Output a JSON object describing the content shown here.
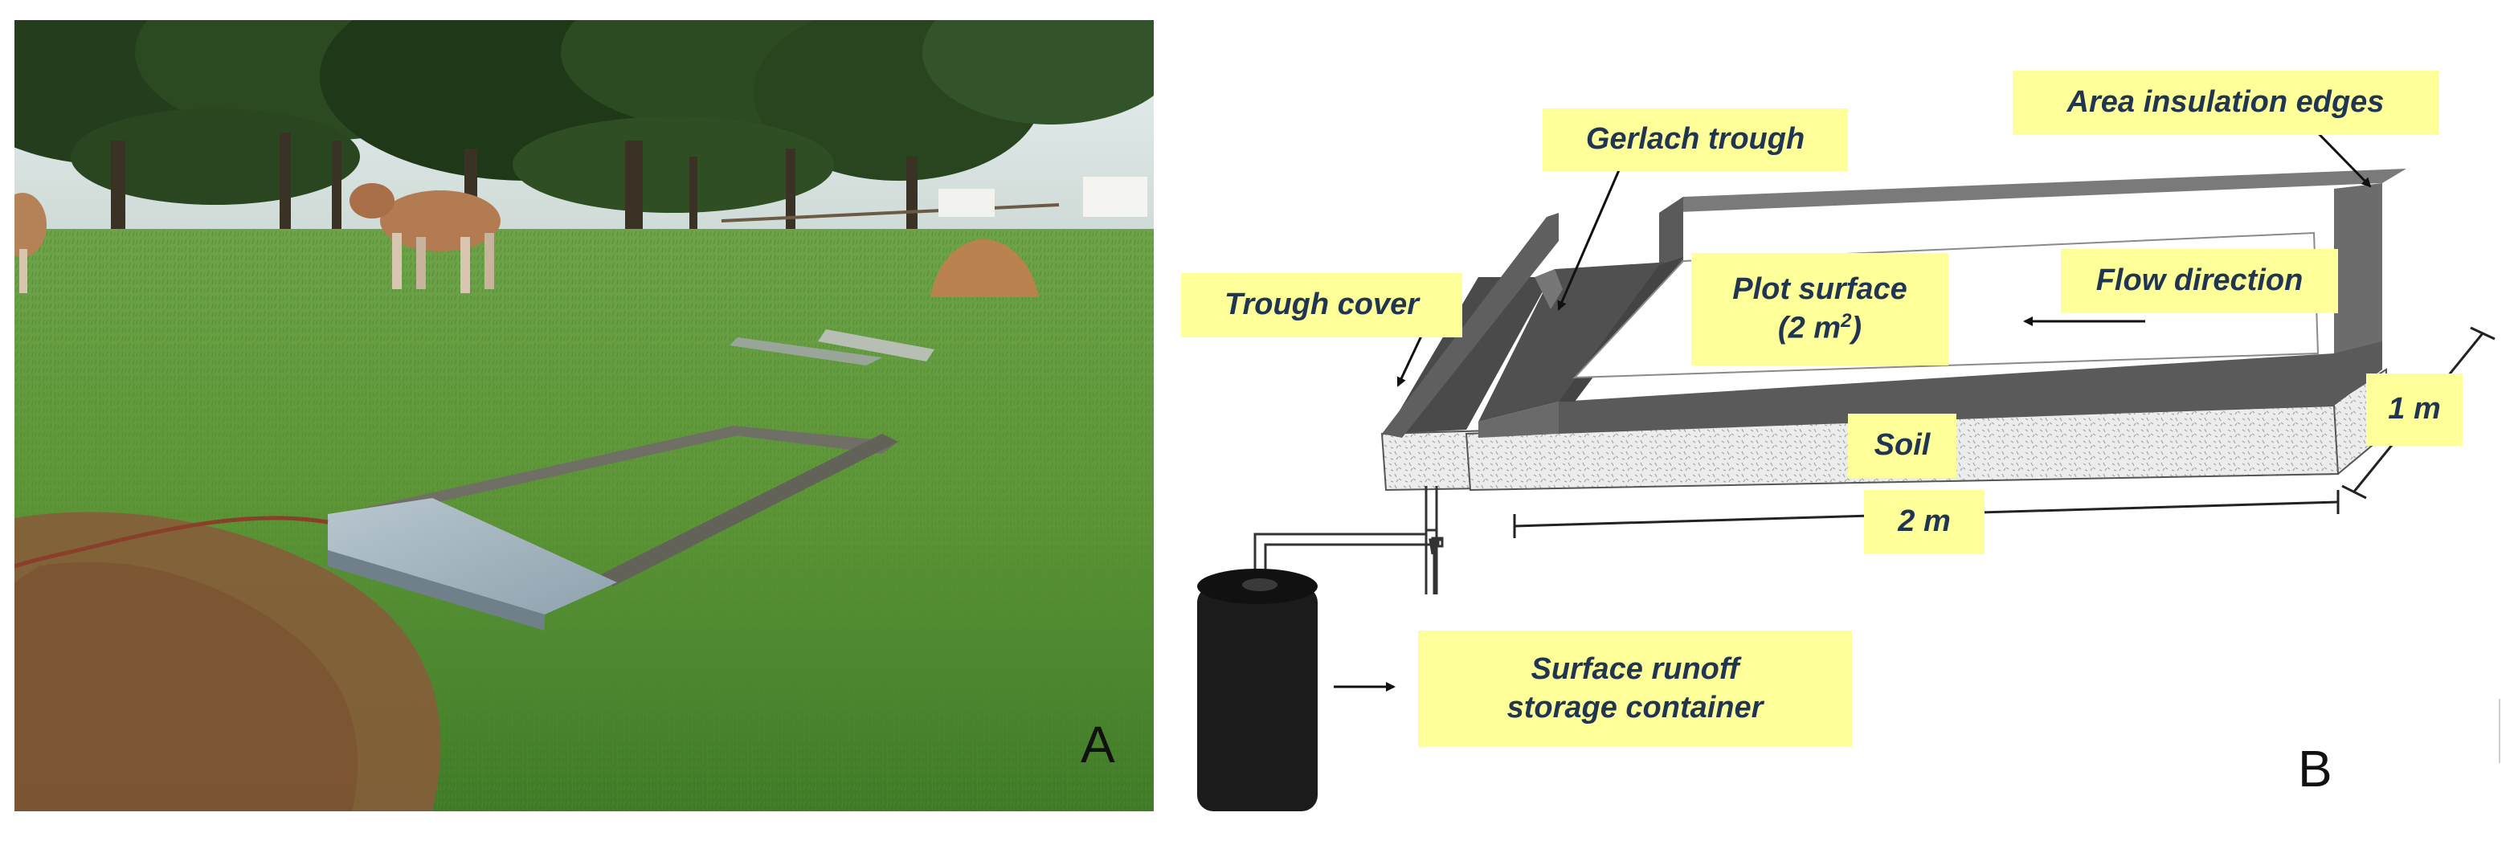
{
  "panels": {
    "a": {
      "letter": "A"
    },
    "b": {
      "letter": "B"
    }
  },
  "labels": {
    "gerlach_trough": "Gerlach trough",
    "area_insulation_edges": "Area insulation edges",
    "trough_cover": "Trough cover",
    "plot_surface_line1": "Plot surface",
    "plot_surface_line2_prefix": "(2 m",
    "plot_surface_line2_sup": "2",
    "plot_surface_line2_suffix": ")",
    "flow_direction": "Flow direction",
    "soil": "Soil",
    "width_dim": "1 m",
    "length_dim": "2 m",
    "storage_line1": "Surface runoff",
    "storage_line2": "storage container"
  },
  "colors": {
    "callout_fill": "#ffff99",
    "callout_text": "#1f3552",
    "edge_fill": "#4a4a4a",
    "grass": "#5e9a3a",
    "sky": "#d9e6ee"
  }
}
